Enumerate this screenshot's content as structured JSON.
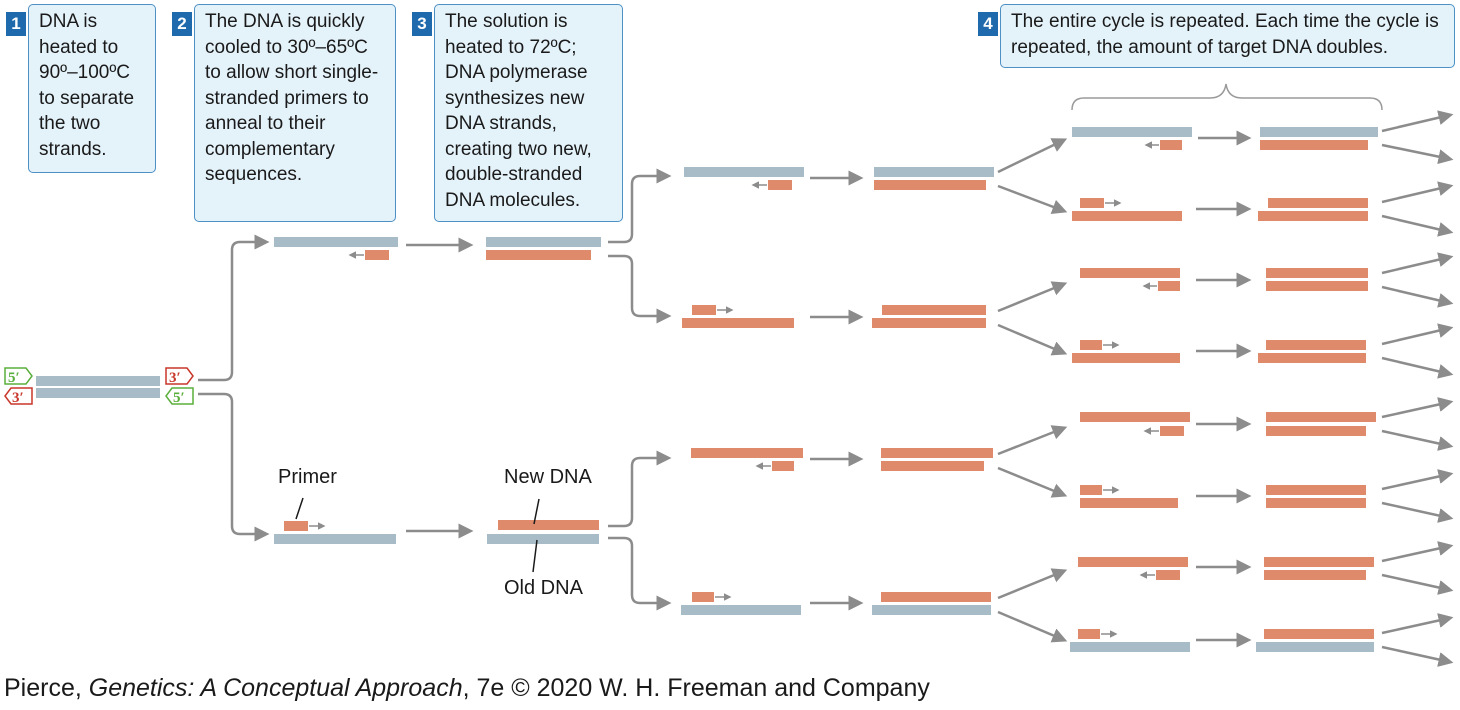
{
  "steps": [
    {
      "number": "1",
      "text": "DNA is heated to 90º–100ºC to separate the two strands."
    },
    {
      "number": "2",
      "text": "The DNA is quickly cooled to 30º–65ºC to allow short single-stranded primers to anneal to their complementary sequences."
    },
    {
      "number": "3",
      "text": "The solution is heated to 72ºC; DNA polymerase synthesizes new DNA strands, creating two new, double-stranded DNA molecules."
    },
    {
      "number": "4",
      "text": "The entire cycle is repeated. Each time the cycle is repeated, the amount of target DNA doubles."
    }
  ],
  "strand_ends": {
    "top_left": "5′",
    "bottom_left": "3′",
    "top_right": "3′",
    "bottom_right": "5′"
  },
  "labels": {
    "primer": "Primer",
    "new_dna": "New DNA",
    "old_dna": "Old DNA"
  },
  "caption": {
    "author": "Pierce, ",
    "book": "Genetics: A Conceptual Approach",
    "rest": ", 7e © 2020 W. H. Freeman and Company"
  },
  "colors": {
    "old_dna": "#a7bcc6",
    "new_dna": "#e08a6c",
    "arrow": "#8c8c8c",
    "box_fill": "#e4f2fa",
    "box_border": "#4e90c4",
    "step_number": "#1e6aad",
    "five_prime": "#5aaf3c",
    "three_prime": "#c9362a"
  }
}
